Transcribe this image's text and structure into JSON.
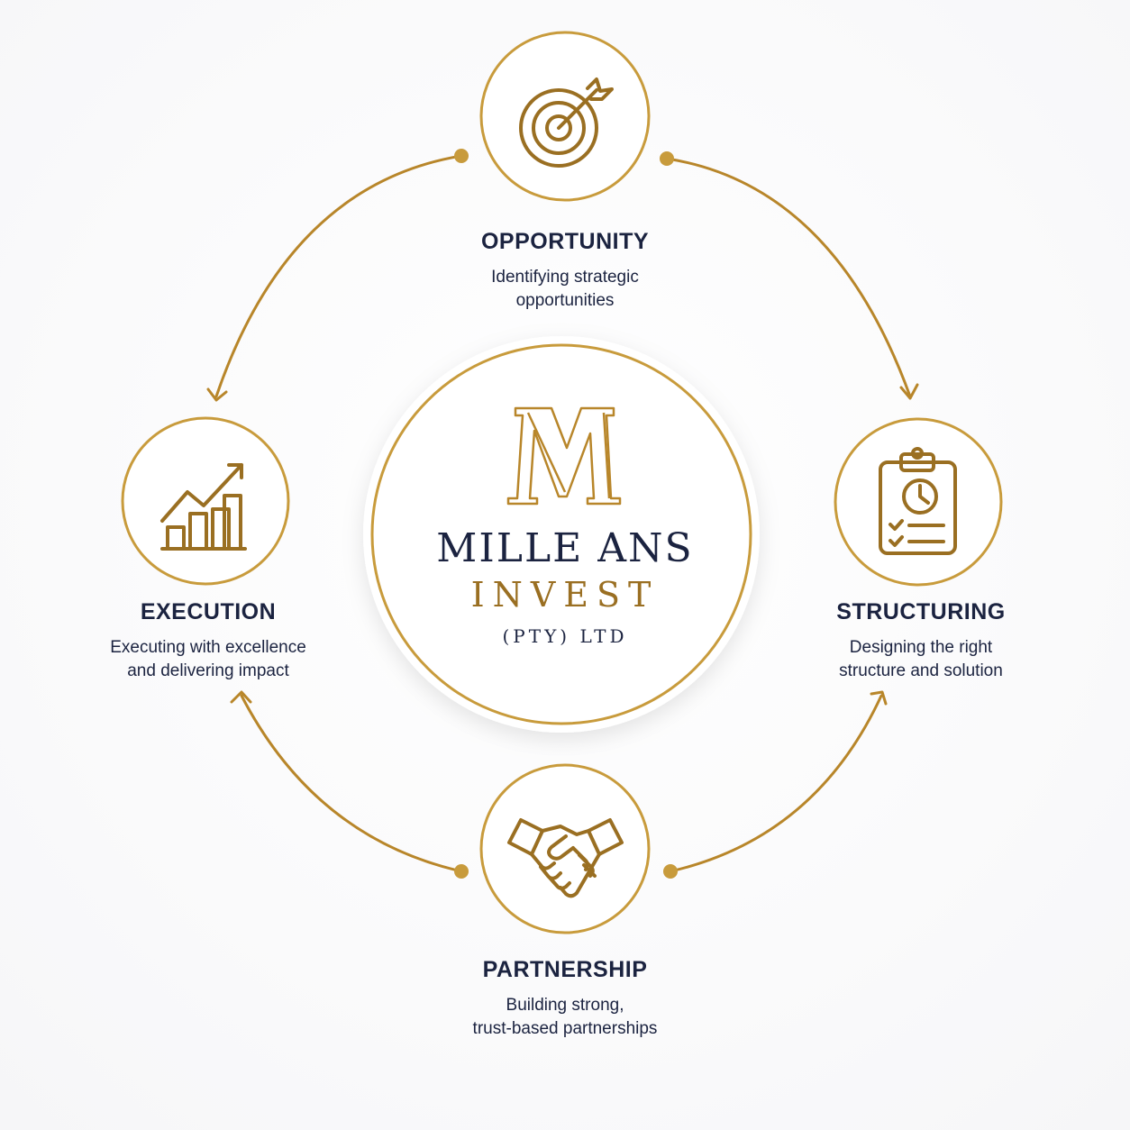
{
  "brand": {
    "monogram": "M",
    "line1": "MILLE ANS",
    "line2": "INVEST",
    "line3": "(PTY) LTD"
  },
  "colors": {
    "gold": "#b8862a",
    "gold_dark": "#9a6f22",
    "navy": "#1b2340",
    "background": "#fbfbfc"
  },
  "steps": {
    "opportunity": {
      "title": "OPPORTUNITY",
      "desc_line1": "Identifying strategic",
      "desc_line2": "opportunities",
      "icon": "target-icon"
    },
    "structuring": {
      "title": "STRUCTURING",
      "desc_line1": "Designing the right",
      "desc_line2": "structure and solution",
      "icon": "clipboard-chart-icon"
    },
    "partnership": {
      "title": "PARTNERSHIP",
      "desc_line1": "Building strong,",
      "desc_line2": "trust-based partnerships",
      "icon": "handshake-icon"
    },
    "execution": {
      "title": "EXECUTION",
      "desc_line1": "Executing with excellence",
      "desc_line2": "and delivering impact",
      "icon": "growth-chart-icon"
    }
  }
}
